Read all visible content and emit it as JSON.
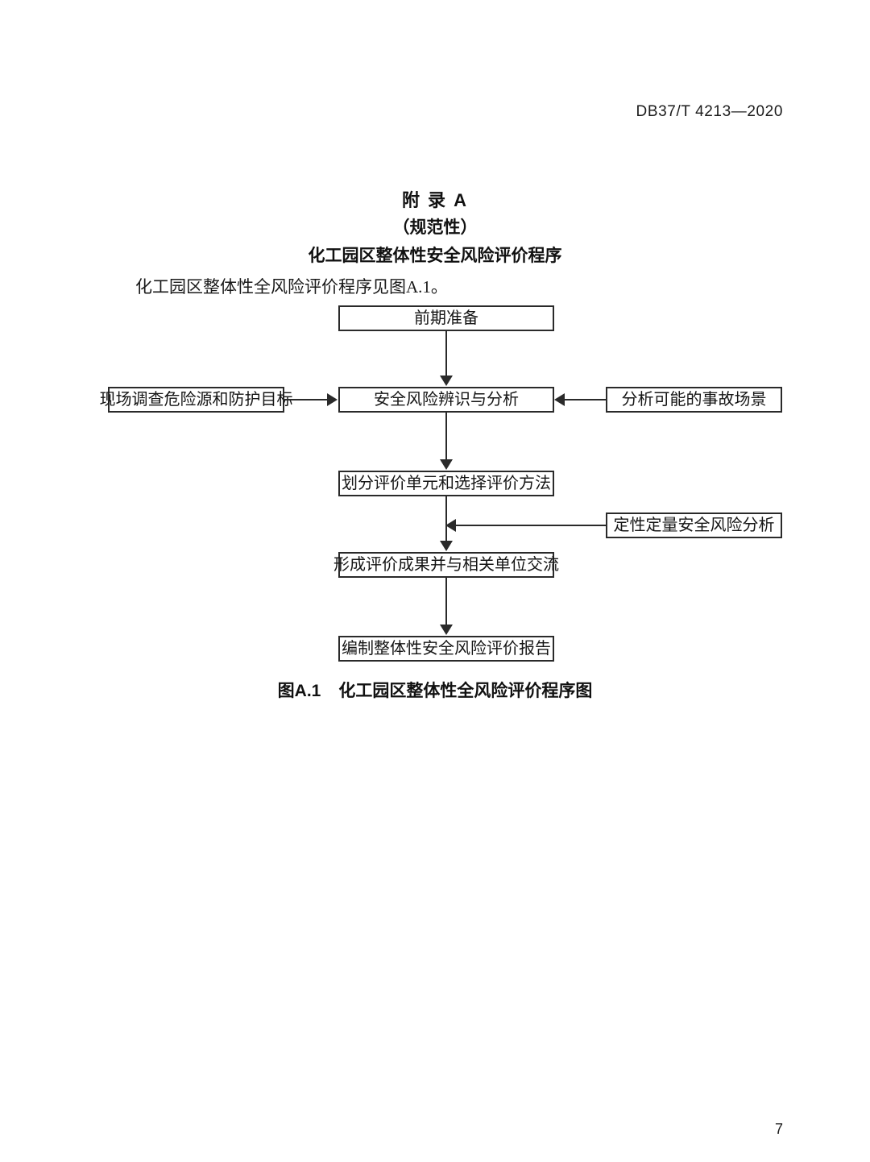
{
  "document": {
    "standard_number": "DB37/T 4213—2020",
    "page_number": "7"
  },
  "annex": {
    "label": "附 录 A",
    "kind": "（规范性）",
    "name": "化工园区整体性安全风险评价程序"
  },
  "intro": {
    "text": "化工园区整体性全风险评价程序见图A.1。"
  },
  "figure": {
    "caption_number": "图A.1",
    "caption_title": "化工园区整体性全风险评价程序图",
    "nodes": {
      "prep": "前期准备",
      "survey": "现场调查危险源和防护目标",
      "identify": "安全风险辨识与分析",
      "scenario": "分析可能的事故场景",
      "unit_method": "划分评价单元和选择评价方法",
      "qual_quant": "定性定量安全风险分析",
      "results": "形成评价成果并与相关单位交流",
      "report": "编制整体性安全风险评价报告"
    },
    "colors": {
      "box_border": "#2a2a2a",
      "connector": "#2a2a2a",
      "text": "#151515",
      "page_background": "#ffffff"
    }
  }
}
